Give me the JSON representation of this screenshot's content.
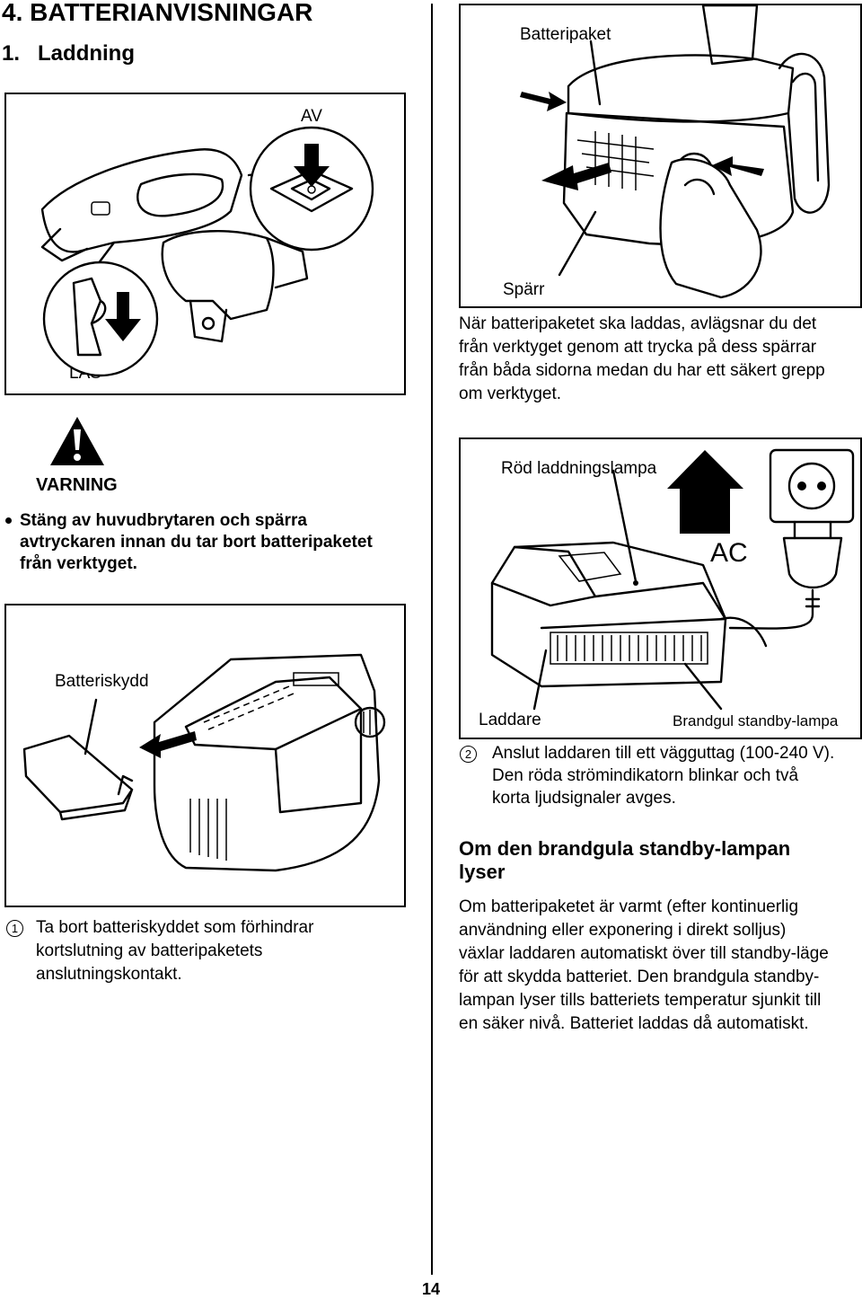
{
  "section": {
    "heading": "4. BATTERIANVISNINGAR",
    "subheading": "1.   Laddning"
  },
  "figure_tool": {
    "label_off": "AV",
    "label_lock": "LÅS"
  },
  "figure_pack": {
    "label_pack": "Batteripaket",
    "label_latch": "Spärr"
  },
  "removal_text": [
    "När batteripaketet ska laddas, avlägsnar du det",
    "från verktyget genom att trycka på dess spärrar",
    "från båda sidorna medan du har ett säkert grepp",
    "om verktyget."
  ],
  "warning": {
    "title": "VARNING",
    "lines": [
      "Stäng av huvudbrytaren och spärra",
      "avtryckaren innan du tar bort batteripaketet",
      "från verktyget."
    ]
  },
  "figure_charger": {
    "label_red_lamp": "Röd laddningslampa",
    "label_ac": "AC",
    "label_charger": "Laddare",
    "label_standby": "Brandgul standby-lampa"
  },
  "figure_cover": {
    "label_cover": "Batteriskydd"
  },
  "step1": {
    "num": "1",
    "lines": [
      "Ta bort batteriskyddet som förhindrar",
      "kortslutning av batteripaketets",
      "anslutningskontakt."
    ]
  },
  "step2": {
    "num": "2",
    "lines": [
      "Anslut laddaren till ett vägguttag (100-240 V).",
      "Den röda strömindikatorn blinkar och två",
      "korta ljudsignaler avges."
    ]
  },
  "standby": {
    "heading": [
      "Om den brandgula standby-lampan",
      "lyser"
    ],
    "lines": [
      "Om batteripaketet är varmt (efter kontinuerlig",
      "användning eller exponering i direkt solljus)",
      "växlar laddaren automatiskt över till standby-läge",
      "för att skydda batteriet. Den brandgula standby-",
      "lampan lyser tills batteriets temperatur sjunkit till",
      "en säker nivå. Batteriet laddas då automatiskt."
    ]
  },
  "footer": {
    "page_number": "14"
  }
}
